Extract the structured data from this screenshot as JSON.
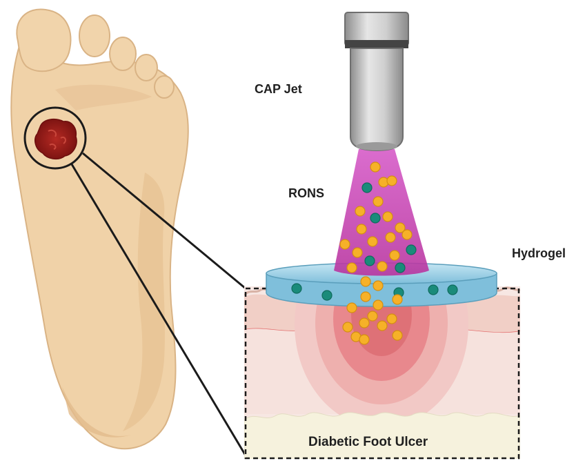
{
  "labels": {
    "cap_jet": "CAP Jet",
    "rons": "RONS",
    "hydrogel": "Hydrogel",
    "diabetic_foot_ulcer": "Diabetic Foot Ulcer"
  },
  "colors": {
    "skin_foot": "#f0d2a8",
    "foot_outline": "#d8b183",
    "wound": "#9c1d1a",
    "plasma": "#c43fb3",
    "hydrogel": "#9fd2e8",
    "particle_orange": "#f6b128",
    "particle_teal": "#1a8b7a",
    "tissue_top": "#f1cfc6",
    "tissue_center": "#e8888d",
    "fat_layer": "#f6f2dd",
    "nozzle_grey": "#bdbdbd"
  },
  "icons": [
    "foot-sole-icon",
    "wound-icon",
    "magnifier-circle-icon",
    "cap-nozzle-icon",
    "plasma-cone-icon",
    "hydrogel-disc-icon",
    "tissue-crosssection-icon",
    "ron-particle-icon"
  ]
}
